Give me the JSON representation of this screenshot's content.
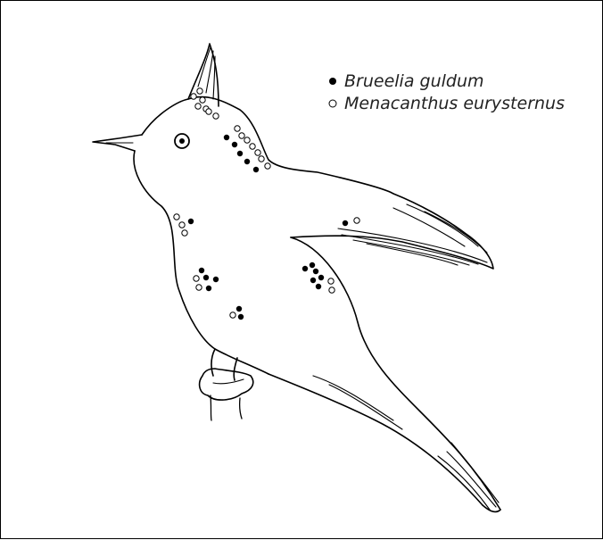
{
  "figure": {
    "subject": "crested-bird-perched-on-branch",
    "legend": [
      {
        "marker": "filled-circle",
        "label": "Brueelia guldum"
      },
      {
        "marker": "open-circle",
        "label": "Menacanthus eurysternus"
      }
    ],
    "colors": {
      "line": "#000000",
      "background": "#ffffff"
    }
  }
}
